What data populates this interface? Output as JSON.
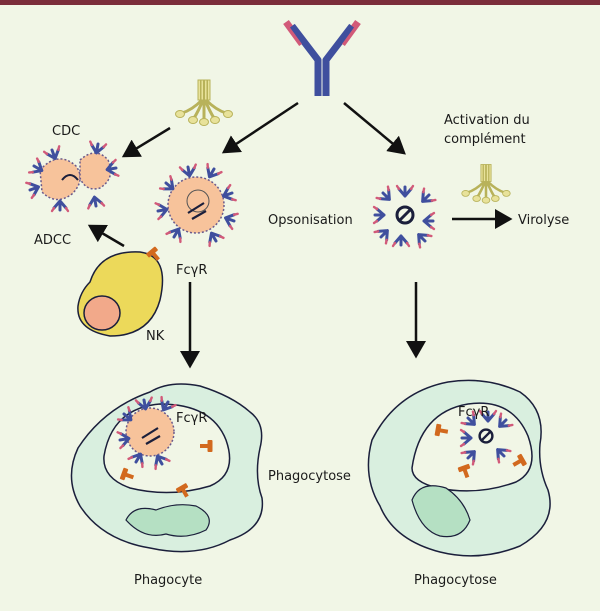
{
  "labels": {
    "cdc": "CDC",
    "adcc": "ADCC",
    "nk": "NK",
    "fcgr_top": "FcγR",
    "fcgr_mid_left": "FcγR",
    "fcgr_mid_right": "FcγR",
    "opsonisation": "Opsonisation",
    "activation_line1": "Activation du",
    "activation_line2": "complément",
    "virolyse": "Virolyse",
    "phagocytose_mid": "Phagocytose",
    "phagocyte": "Phagocyte",
    "phagocytose_bottom": "Phagocytose"
  },
  "colors": {
    "top_bar": "#7b2d3a",
    "background": "#f1f6e6",
    "antibody_heavy": "#3f4f9e",
    "antibody_light": "#d25a79",
    "complement": "#e8e29a",
    "nk_cell": "#ecd95a",
    "nk_nucleus": "#f2a98a",
    "infected_cell": "#f7c39b",
    "receptor": "#d2691e",
    "phagocyte_fill": "#d9efdf",
    "phagocyte_inner": "#b5e0c3",
    "virus": "#1b1f3b",
    "arrow": "#111111"
  }
}
